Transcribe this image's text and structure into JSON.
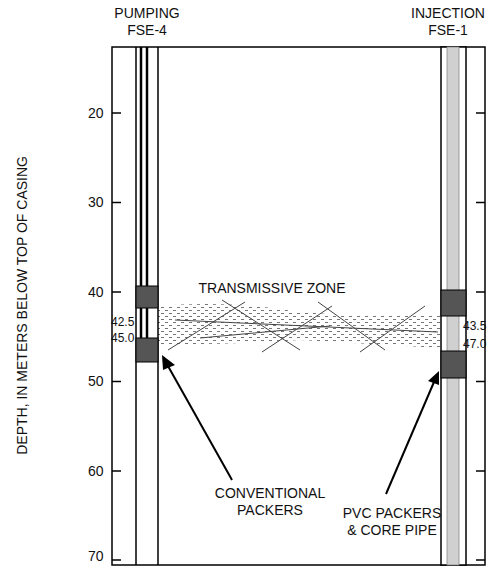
{
  "diagram": {
    "labels": [
      "PUMPING FSE-4",
      "INJECTION FSE-1",
      "DEPTH, IN METERS BELOW TOP OF CASING",
      "20",
      "30",
      "40",
      "50",
      "60",
      "70",
      "42.5",
      "45.0",
      "43.5",
      "47.0",
      "TRANSMISSIVE ZONE",
      "CONVENTIONAL PACKERS",
      "PVC PACKERS & CORE PIPE"
    ]
  }
}
